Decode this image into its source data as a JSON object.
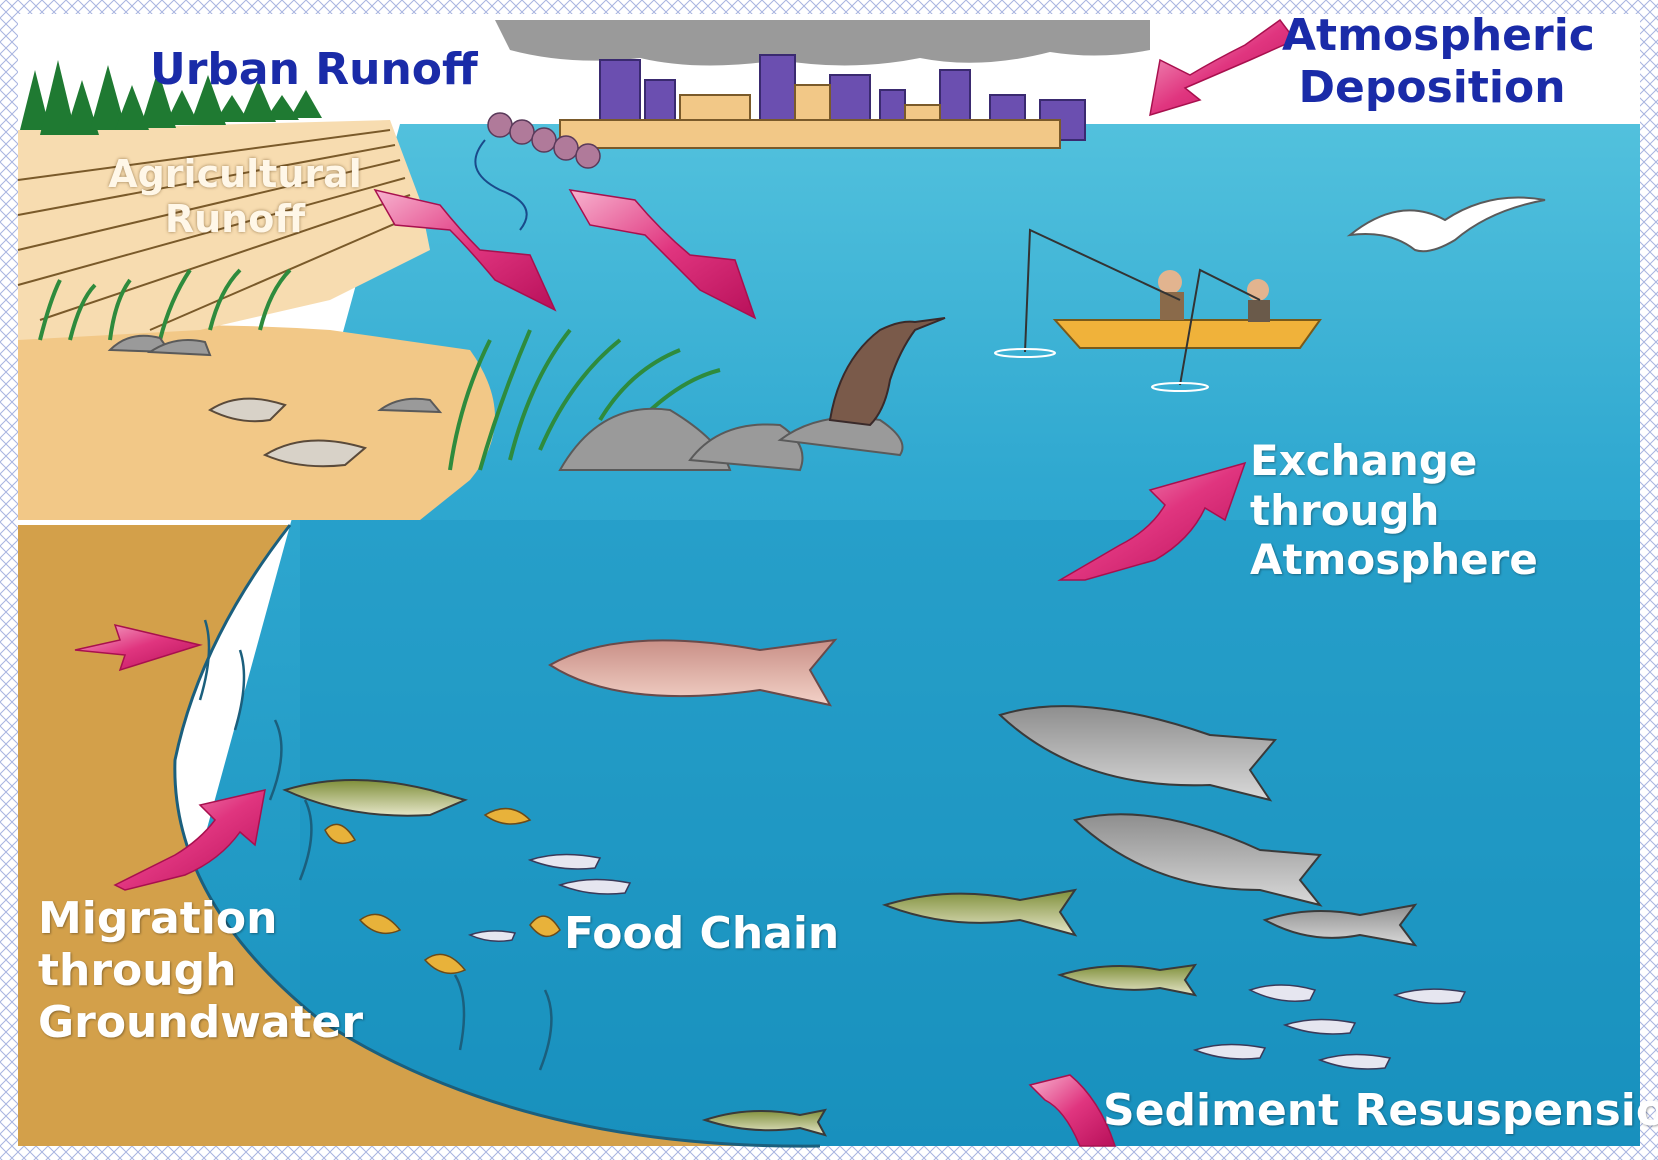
{
  "labels": {
    "urban_runoff": "Urban Runoff",
    "atmospheric_deposition": "Atmospheric\nDeposition",
    "agricultural_runoff": "Agricultural\nRunoff",
    "exchange_through_atmosphere": "Exchange\nthrough\nAtmosphere",
    "migration_through_groundwater": "Migration\nthrough\nGroundwater",
    "food_chain": "Food Chain",
    "sediment_resuspension": "Sediment Resuspension"
  },
  "colors": {
    "sky": "#ffffff",
    "water_surface": "#3fb3d3",
    "water_deep": "#1e9ac4",
    "sand": "#f2c887",
    "ground": "#d4a04a",
    "smog": "#9a9a9a",
    "arrow_pink": "#d81b6a",
    "arrow_light": "#f4a6c6",
    "label_blue": "#1a2ba8",
    "label_white": "#ffffff",
    "grass": "#2e8b3d"
  }
}
